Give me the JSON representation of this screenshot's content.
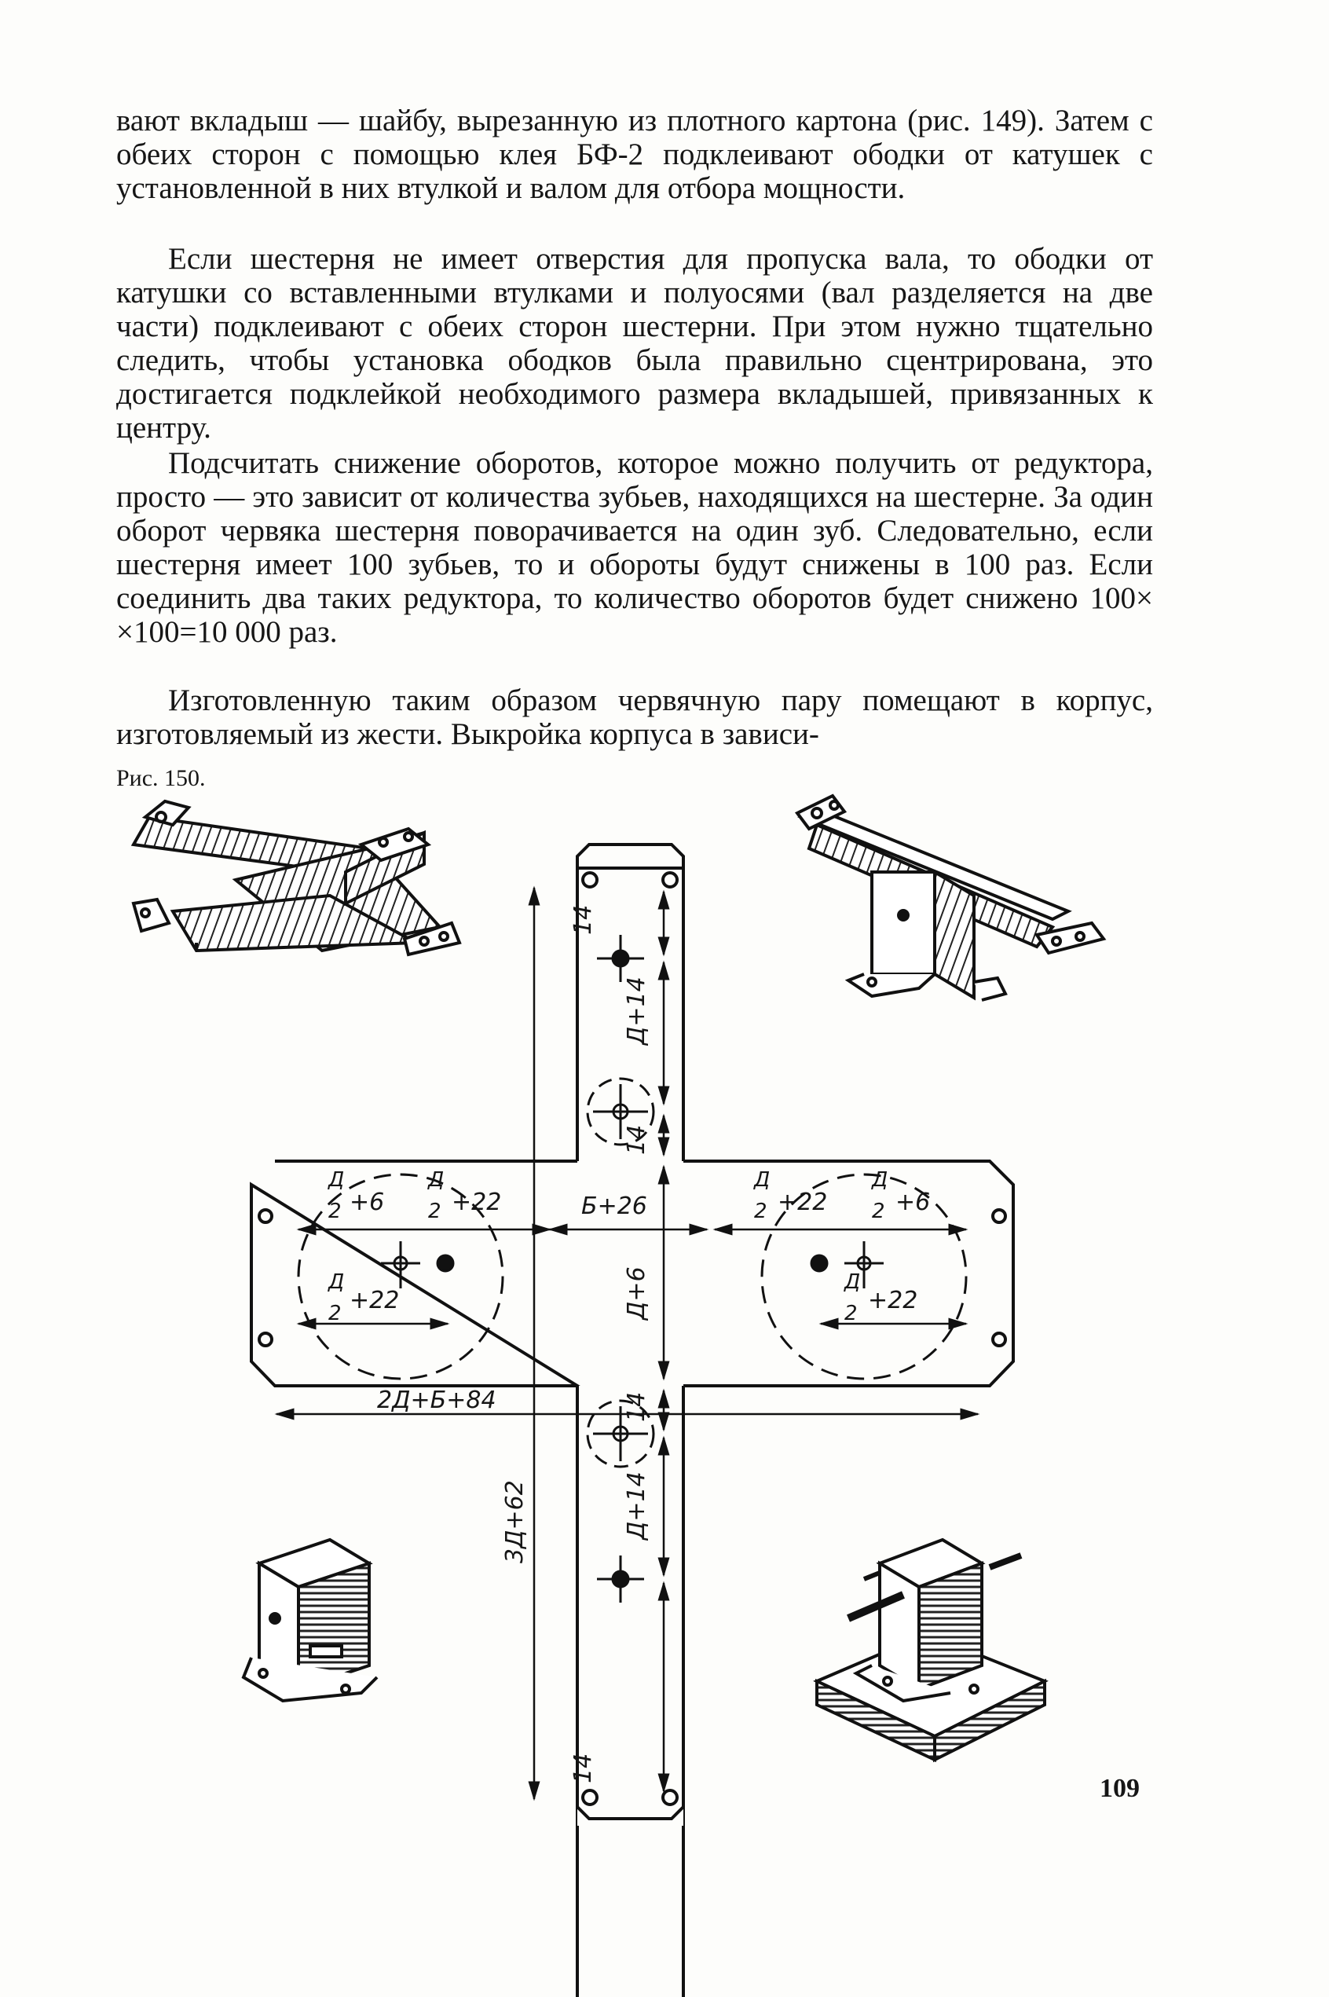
{
  "paragraphs": [
    "вают вкладыш — шайбу, вырезанную из плотного картона (рис. 149). Затем с обеих сторон с помощью клея БФ-2 подклеивают ободки от катушек с установленной в них втулкой и валом для отбора мощности.",
    "Если шестерня не имеет отверстия для пропуска вала, то ободки от катушки со вставленными втулками и полуосями (вал разделяется на две части) подклеивают с обеих сторон шестерни. При этом нужно тщательно следить, чтобы установка ободков была правильно сцентрирована, это достигается подклейкой необходимого размера вкладышей, привязанных к центру.",
    "Подсчитать снижение оборотов, которое можно получить от редуктора, просто — это зависит от количества зубьев, находящихся на шестерне. За один оборот червяка шестерня поворачивается на один зуб. Следовательно, если шестерня имеет 100 зубьев, то и обороты будут снижены в 100 раз. Если соединить два таких редуктора, то количество оборотов будет снижено 100× ×100=10 000 раз.",
    "Изготовленную таким образом червячную пару помещают в корпус, изготовляемый из жести. Выкройка корпуса в зависи-"
  ],
  "figure": {
    "caption": "Рис. 150.",
    "dimensions": {
      "top_14": "14",
      "d_plus_14_top": "Д+14",
      "small_14_top": "14",
      "d2_plus_6_left": "+6",
      "d2_plus_22_left": "+22",
      "d2_plus_22_left_low": "+22",
      "b_plus_26": "Б+26",
      "d_plus_6": "Д+6",
      "d2_plus_22_right": "+22",
      "d2_plus_6_right": "+6",
      "d2_plus_22_right_low": "+22",
      "total_width": "2Д+Б+84",
      "total_height": "3Д+62",
      "small_14_bottom": "14",
      "d_plus_14_bottom": "Д+14",
      "bottom_14": "14",
      "fraction_numerator": "Д",
      "fraction_denominator": "2"
    }
  },
  "page_number": "109"
}
